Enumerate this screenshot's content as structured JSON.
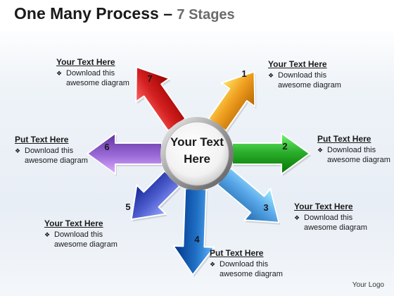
{
  "title": {
    "main": "One Many Process – ",
    "sub": "7 Stages"
  },
  "center": {
    "line1": "Your Text",
    "line2": "Here"
  },
  "stages": [
    {
      "number": "1",
      "color": "#f0a020",
      "heading": "Your Text Here",
      "bullet": "Download this awesome diagram"
    },
    {
      "number": "2",
      "color": "#2db02d",
      "heading": "Put Text Here",
      "bullet": "Download this awesome diagram"
    },
    {
      "number": "3",
      "color": "#5aa8ea",
      "heading": "Your Text Here",
      "bullet": "Download this awesome diagram"
    },
    {
      "number": "4",
      "color": "#1f6fc4",
      "heading": "Put Text Here",
      "bullet": "Download this awesome diagram"
    },
    {
      "number": "5",
      "color": "#5060d0",
      "heading": "Your Text Here",
      "bullet": "Download this awesome diagram"
    },
    {
      "number": "6",
      "color": "#9b6bd8",
      "heading": "Put Text Here",
      "bullet": "Download this awesome diagram"
    },
    {
      "number": "7",
      "color": "#d42020",
      "heading": "Your Text Here",
      "bullet": "Download this awesome diagram"
    }
  ],
  "bullet_icon": "diamond-bullet-icon",
  "logo": "Your Logo"
}
